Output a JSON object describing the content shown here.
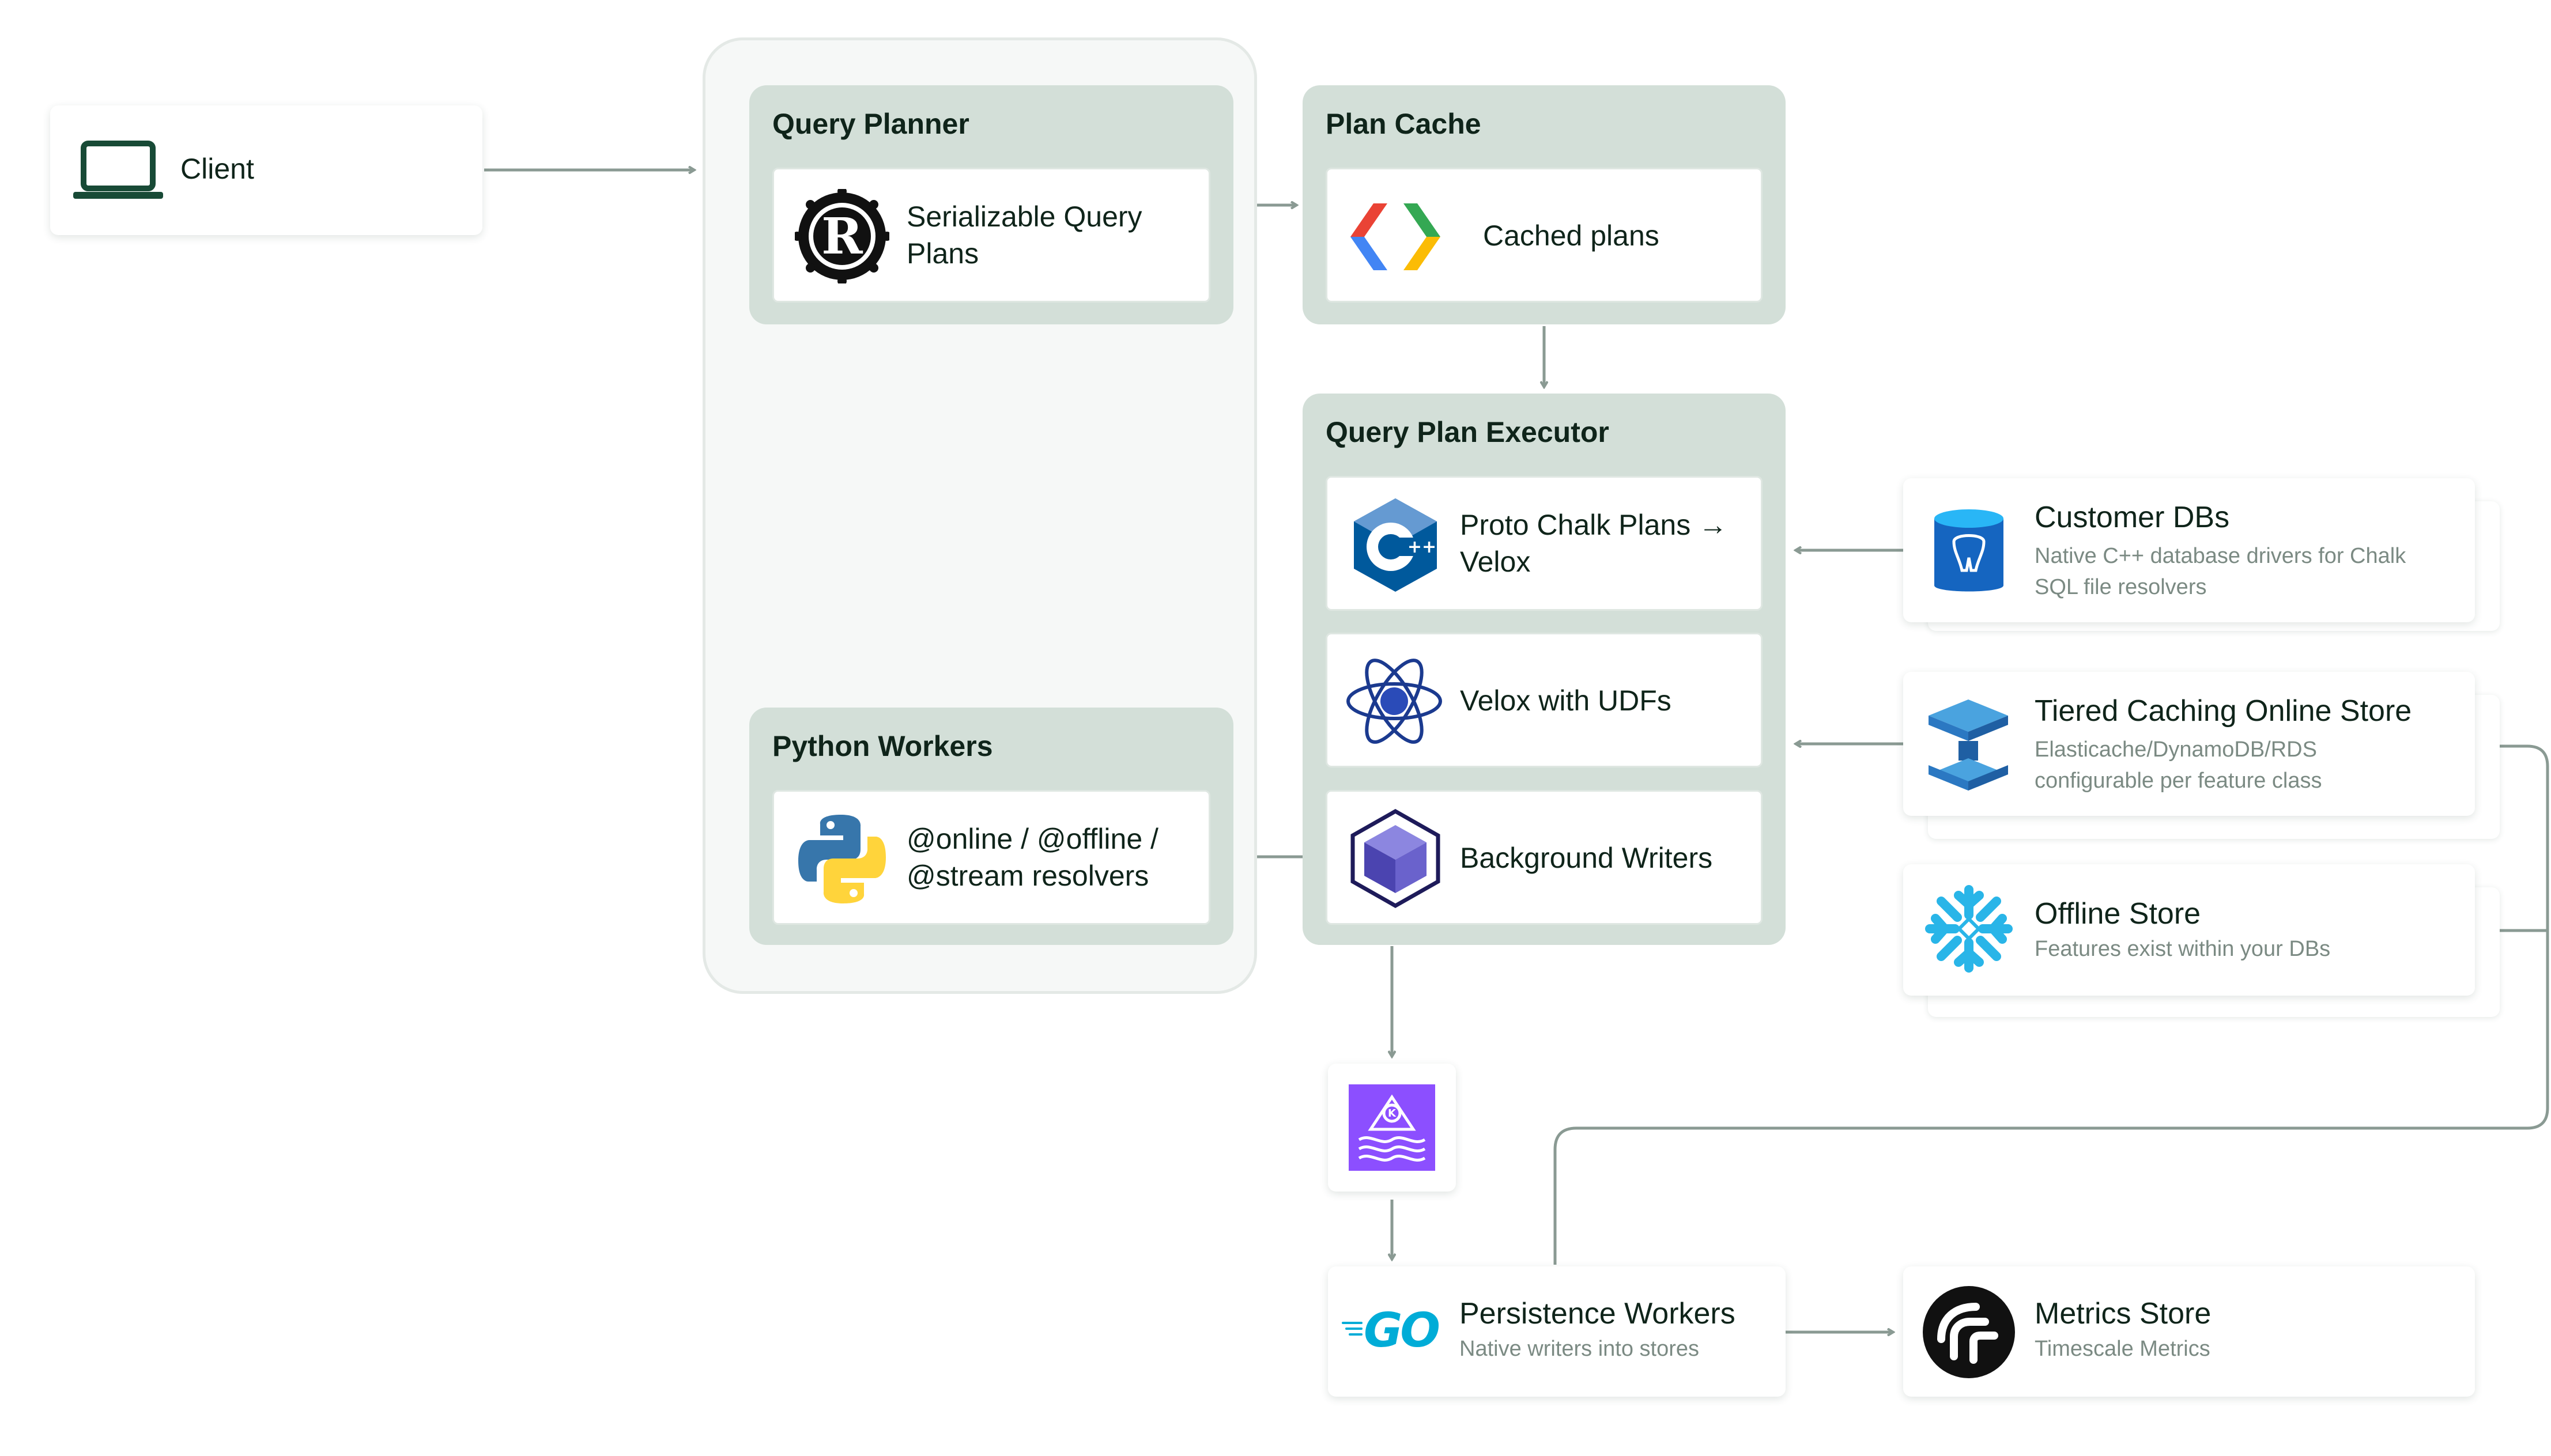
{
  "client": {
    "label": "Client"
  },
  "query_planner": {
    "title": "Query Planner",
    "card_text": "Serializable Query Plans"
  },
  "plan_cache": {
    "title": "Plan Cache",
    "card_text": "Cached plans"
  },
  "executor": {
    "title": "Query Plan Executor",
    "items": [
      {
        "text": "Proto Chalk Plans → Velox"
      },
      {
        "text": "Velox with UDFs"
      },
      {
        "text": "Background Writers"
      }
    ]
  },
  "python_workers": {
    "title": "Python Workers",
    "card_text": "@online / @offline / @stream resolvers"
  },
  "stores": [
    {
      "title": "Customer DBs",
      "subtitle": "Native C++ database drivers for Chalk SQL file resolvers"
    },
    {
      "title": "Tiered Caching Online Store",
      "subtitle": "Elasticache/DynamoDB/RDS configurable per feature class"
    },
    {
      "title": "Offline Store",
      "subtitle": "Features exist within your DBs"
    }
  ],
  "persistence": {
    "title": "Persistence Workers",
    "subtitle": "Native writers into stores",
    "go_text": "GO"
  },
  "metrics": {
    "title": "Metrics Store",
    "subtitle": "Timescale Metrics"
  },
  "colors": {
    "group_bg": "#d3dfd8",
    "outer_bg": "#f6f8f7",
    "wire": "#8a9a93",
    "text": "#0f241a",
    "muted": "#7b8a83"
  }
}
